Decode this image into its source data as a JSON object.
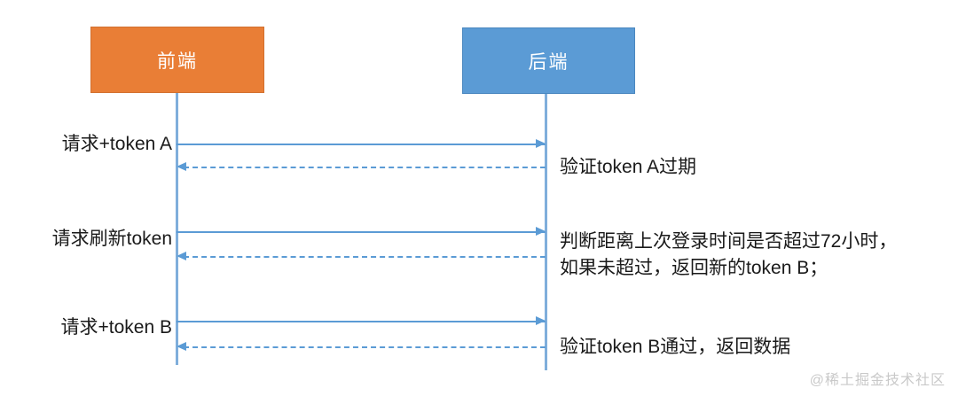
{
  "diagram": {
    "title": "Token refresh sequence diagram",
    "colors": {
      "frontend_box": "#E97E36",
      "backend_box": "#5B9BD5",
      "lifeline": "#7FAEDB",
      "arrow": "#5B9BD5",
      "text": "#1a1a1a",
      "watermark": "#c9c9c9",
      "background": "#ffffff"
    },
    "participants": [
      {
        "id": "frontend",
        "label": "前端"
      },
      {
        "id": "backend",
        "label": "后端"
      }
    ],
    "messages": [
      {
        "index": 1,
        "direction": "right",
        "style": "solid",
        "left_label": "请求+token A",
        "right_label": ""
      },
      {
        "index": 2,
        "direction": "left",
        "style": "dashed",
        "left_label": "",
        "right_label": "验证token A过期"
      },
      {
        "index": 3,
        "direction": "right",
        "style": "solid",
        "left_label": "请求刷新token",
        "right_label": ""
      },
      {
        "index": 4,
        "direction": "left",
        "style": "dashed",
        "left_label": "",
        "right_label_line1": "判断距离上次登录时间是否超过72小时，",
        "right_label_line2": "如果未超过，返回新的token B；"
      },
      {
        "index": 5,
        "direction": "right",
        "style": "solid",
        "left_label": "请求+token B",
        "right_label": ""
      },
      {
        "index": 6,
        "direction": "left",
        "style": "dashed",
        "left_label": "",
        "right_label": "验证token B通过，返回数据"
      }
    ],
    "watermark": "@稀土掘金技术社区"
  }
}
